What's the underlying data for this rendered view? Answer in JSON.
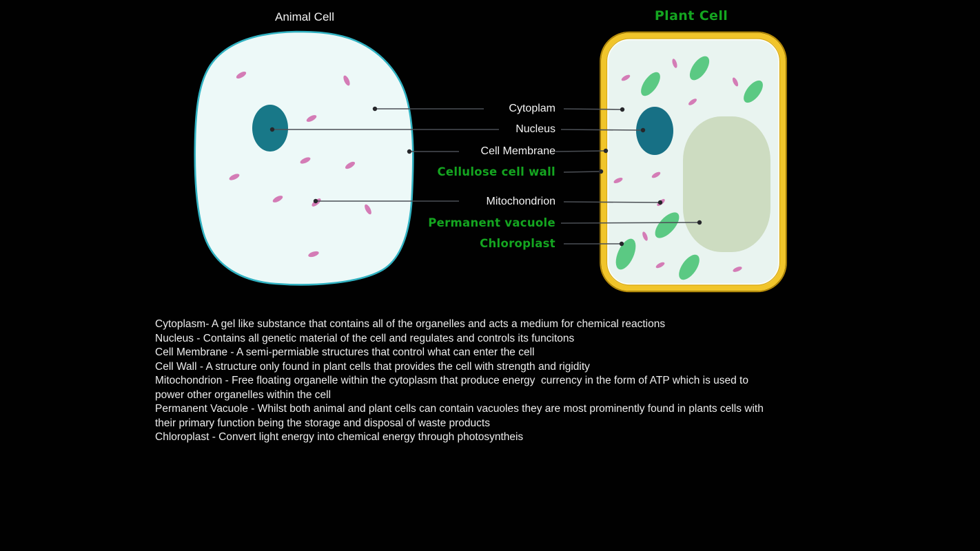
{
  "titles": {
    "animal": "Animal Cell",
    "plant": "Plant Cell"
  },
  "labels": {
    "cytoplasm": "Cytoplam",
    "nucleus": "Nucleus",
    "cell_membrane": "Cell Membrane",
    "cellulose_cell_wall": "Cellulose cell wall",
    "mitochondrion": "Mitochondrion",
    "permanent_vacuole": "Permanent vacuole",
    "chloroplast": "Chloroplast"
  },
  "descriptions": [
    "Cytoplasm- A gel like substance that contains all of the organelles and acts a medium for chemical reactions",
    "Nucleus - Contains all genetic material of the cell and regulates and controls its funcitons",
    "Cell Membrane - A semi-permiable structures that control what can enter the cell",
    "Cell Wall - A structure only found in plant cells that provides the cell with strength and rigidity",
    "Mitochondrion - Free floating organelle within the cytoplasm that produce energy  currency in the form of ATP which is used to power other organelles within the cell",
    "Permanent Vacuole - Whilst both animal and plant cells can contain vacuoles they are most prominently found in plants cells with their primary function being the storage and disposal of waste products",
    "Chloroplast - Convert light energy into chemical energy through photosyntheis"
  ],
  "colors": {
    "background": "#010101",
    "green_text": "#14a520",
    "white_text": "#f2f2f2",
    "animal_membrane_cyan": "#31b2c2",
    "animal_cytoplasm_fill": "#edf9f8",
    "nucleus_teal": "#187888",
    "plant_wall_gold": "#f1c52a",
    "plant_cytoplasm_fill": "#e9f4f0",
    "vacuole_sage": "#cddcc1",
    "chloroplast_green": "#5bc983",
    "organelle_pink": "#d47cb6",
    "leader_line_gray": "#4b4f55"
  }
}
